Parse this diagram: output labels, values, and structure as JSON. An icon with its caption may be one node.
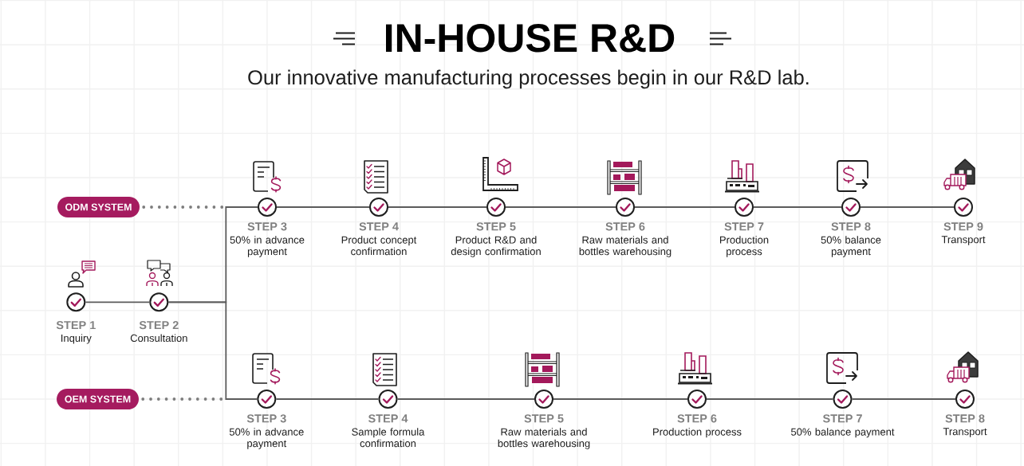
{
  "diagram": {
    "title": "IN-HOUSE R&D",
    "nodes": [
      {
        "text": [
          "STEP 1",
          "Inquiry"
        ]
      },
      {
        "text": [
          "STEP 2",
          "Consultation"
        ]
      },
      {
        "text": [
          "ODM SYSTEM"
        ]
      },
      {
        "text": [
          "STEP 3",
          "50% in advance payment"
        ]
      },
      {
        "text": [
          "STEP 4",
          "Product concept confirmation"
        ]
      },
      {
        "text": [
          "STEP 5",
          "Product R&D and design confirmation"
        ]
      },
      {
        "text": [
          "STEP 6",
          "Raw materials and bottles warehousing"
        ]
      },
      {
        "text": [
          "STEP 7",
          "Production process"
        ]
      },
      {
        "text": [
          "STEP 8",
          "50% balance payment"
        ]
      },
      {
        "text": [
          "STEP 9",
          "Transport"
        ]
      },
      {
        "text": [
          "OEM SYSTEM"
        ]
      },
      {
        "text": [
          "STEP 3",
          "50% in advance payment"
        ]
      },
      {
        "text": [
          "STEP 4",
          "Sample formula confirmation"
        ]
      },
      {
        "text": [
          "STEP 5",
          "Raw materials and bottles warehousing"
        ]
      },
      {
        "text": [
          "STEP 6",
          "Production process"
        ]
      },
      {
        "text": [
          "STEP 7",
          "50% balance payment"
        ]
      },
      {
        "text": [
          "STEP 8",
          "Transport"
        ]
      }
    ],
    "edges": [
      {
        "from": 0,
        "to": 1,
        "arrow": "none"
      },
      {
        "from": 1,
        "to": 3,
        "arrow": "none"
      },
      {
        "from": 1,
        "to": 11,
        "arrow": "none"
      },
      {
        "from": 2,
        "to": null,
        "arrow": "none",
        "style": "dashed"
      },
      {
        "from": 3,
        "to": 4,
        "arrow": "none"
      },
      {
        "from": 4,
        "to": 5,
        "arrow": "none"
      },
      {
        "from": 5,
        "to": 6,
        "arrow": "none"
      },
      {
        "from": 6,
        "to": 7,
        "arrow": "none"
      },
      {
        "from": 7,
        "to": 8,
        "arrow": "none"
      },
      {
        "from": 8,
        "to": 9,
        "arrow": "none"
      },
      {
        "from": 10,
        "to": null,
        "arrow": "none",
        "style": "dashed"
      },
      {
        "from": 11,
        "to": 12,
        "arrow": "none"
      },
      {
        "from": 12,
        "to": 13,
        "arrow": "none"
      },
      {
        "from": 13,
        "to": 14,
        "arrow": "none"
      },
      {
        "from": 14,
        "to": 15,
        "arrow": "none"
      },
      {
        "from": 15,
        "to": 16,
        "arrow": "none"
      }
    ],
    "labels": [
      "Our innovative manufacturing processes begin in our R&D lab."
    ]
  }
}
